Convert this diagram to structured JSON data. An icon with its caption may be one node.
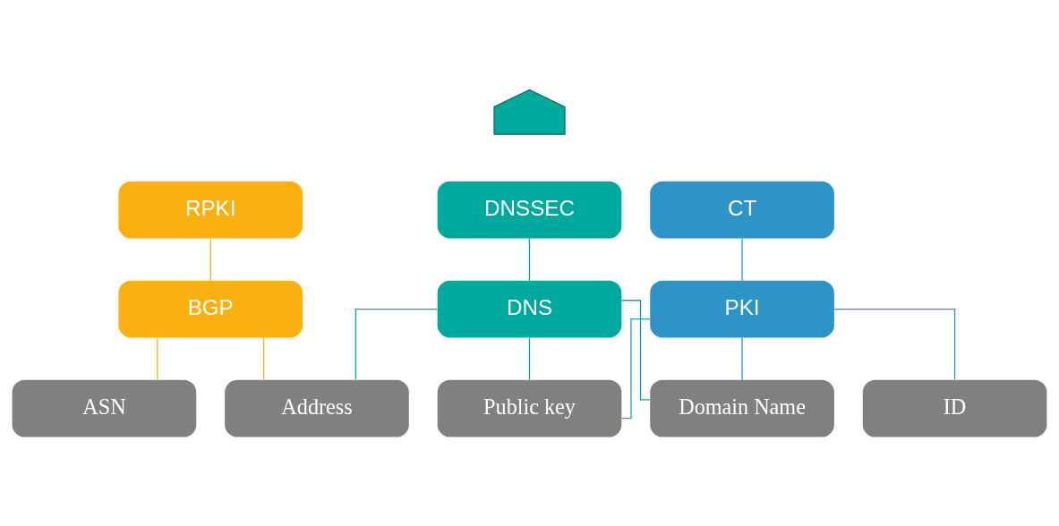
{
  "diagram": {
    "nodes": [
      {
        "text": [],
        "shape": "arrow"
      },
      {
        "text": [
          "RPKI"
        ]
      },
      {
        "text": [
          "DNSSEC"
        ]
      },
      {
        "text": [
          "CT"
        ]
      },
      {
        "text": [
          "BGP"
        ]
      },
      {
        "text": [
          "DNS"
        ]
      },
      {
        "text": [
          "PKI"
        ]
      },
      {
        "text": [
          "ASN"
        ]
      },
      {
        "text": [
          "Address"
        ]
      },
      {
        "text": [
          "Domain Name"
        ]
      },
      {
        "text": [
          "Public key"
        ]
      },
      {
        "text": [
          "ID"
        ]
      }
    ],
    "edges": [
      {
        "from": 1,
        "to": 4,
        "arrow": "none",
        "color": "#fbb011"
      },
      {
        "from": 2,
        "to": 5,
        "arrow": "none",
        "color": "#00a99d"
      },
      {
        "from": 3,
        "to": 6,
        "arrow": "none",
        "color": "#2e93c6"
      },
      {
        "from": 4,
        "to": 7,
        "arrow": "none",
        "color": "#fbb011"
      },
      {
        "from": 4,
        "to": 8,
        "arrow": "none",
        "color": "#fbb011"
      },
      {
        "from": 5,
        "to": 8,
        "arrow": "none",
        "color": "#00a99d"
      },
      {
        "from": 5,
        "to": 9,
        "arrow": "none",
        "color": "#00a99d"
      },
      {
        "from": 5,
        "to": 10,
        "arrow": "none",
        "color": "#00a99d"
      },
      {
        "from": 6,
        "to": 9,
        "arrow": "none",
        "color": "#2e93c6"
      },
      {
        "from": 6,
        "to": 10,
        "arrow": "none",
        "color": "#2e93c6"
      },
      {
        "from": 6,
        "to": 11,
        "arrow": "none",
        "color": "#2e93c6"
      }
    ]
  }
}
